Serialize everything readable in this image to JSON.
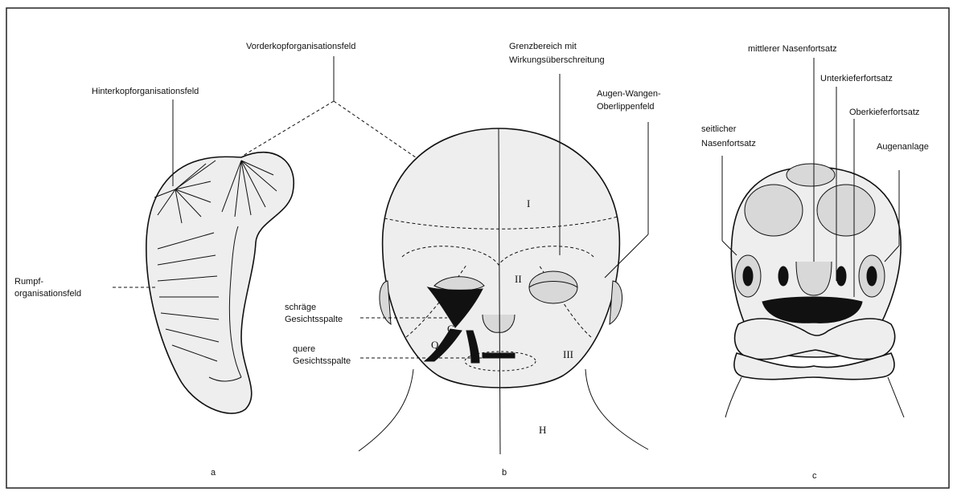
{
  "labels": {
    "vorderkopf": "Vorderkopforganisationsfeld",
    "hinterkopf": "Hinterkopforganisationsfeld",
    "rumpf_1": "Rumpf-",
    "rumpf_2": "organisationsfeld",
    "grenz_1": "Grenzbereich mit",
    "grenz_2": "Wirkungsüberschreitung",
    "augen_1": "Augen-Wangen-",
    "augen_2": "Oberlippenfeld",
    "schraeg_1": "schräge",
    "schraeg_2": "Gesichtsspalte",
    "quer_1": "quere",
    "quer_2": "Gesichtsspalte",
    "mittlerer": "mittlerer Nasenfortsatz",
    "unterkiefer": "Unterkieferfortsatz",
    "oberkiefer": "Oberkieferfortsatz",
    "seitlicher_1": "seitlicher",
    "seitlicher_2": "Nasenfortsatz",
    "augenanlage": "Augenanlage"
  },
  "inner_marks": {
    "roman_1": "I",
    "roman_2": "II",
    "roman_3": "III",
    "mark_g": "G",
    "mark_q": "Q",
    "mark_h": "H"
  },
  "panels": {
    "a": "a",
    "b": "b",
    "c": "c"
  }
}
